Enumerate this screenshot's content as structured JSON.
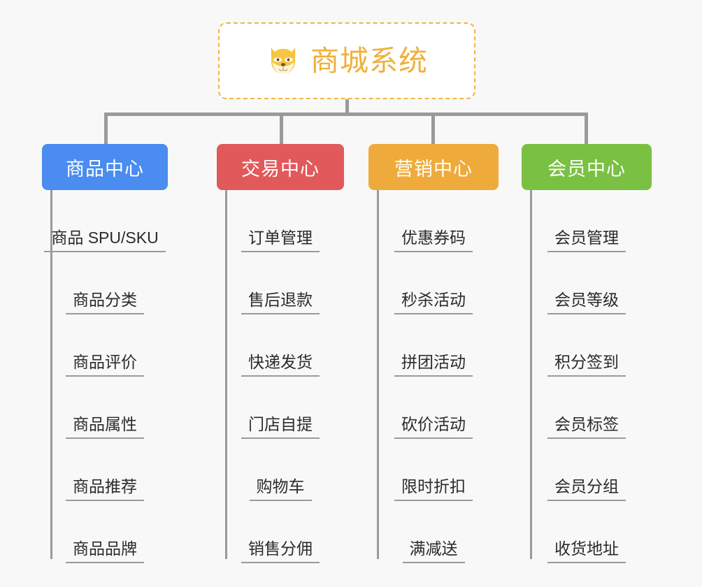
{
  "canvas": {
    "background": "#f8f8f8",
    "connector_color": "#9a9a9a"
  },
  "root": {
    "title": "商城系统",
    "icon": "shiba-dog-icon",
    "text_color": "#f0b03c",
    "border_color": "#f2b544",
    "background": "#ffffff"
  },
  "branches": [
    {
      "label": "商品中心",
      "color": "#4a8cf0",
      "items": [
        "商品 SPU/SKU",
        "商品分类",
        "商品评价",
        "商品属性",
        "商品推荐",
        "商品品牌"
      ]
    },
    {
      "label": "交易中心",
      "color": "#e2595b",
      "items": [
        "订单管理",
        "售后退款",
        "快递发货",
        "门店自提",
        "购物车",
        "销售分佣"
      ]
    },
    {
      "label": "营销中心",
      "color": "#eeab3c",
      "items": [
        "优惠券码",
        "秒杀活动",
        "拼团活动",
        "砍价活动",
        "限时折扣",
        "满减送"
      ]
    },
    {
      "label": "会员中心",
      "color": "#7ac143",
      "items": [
        "会员管理",
        "会员等级",
        "积分签到",
        "会员标签",
        "会员分组",
        "收货地址"
      ]
    }
  ]
}
